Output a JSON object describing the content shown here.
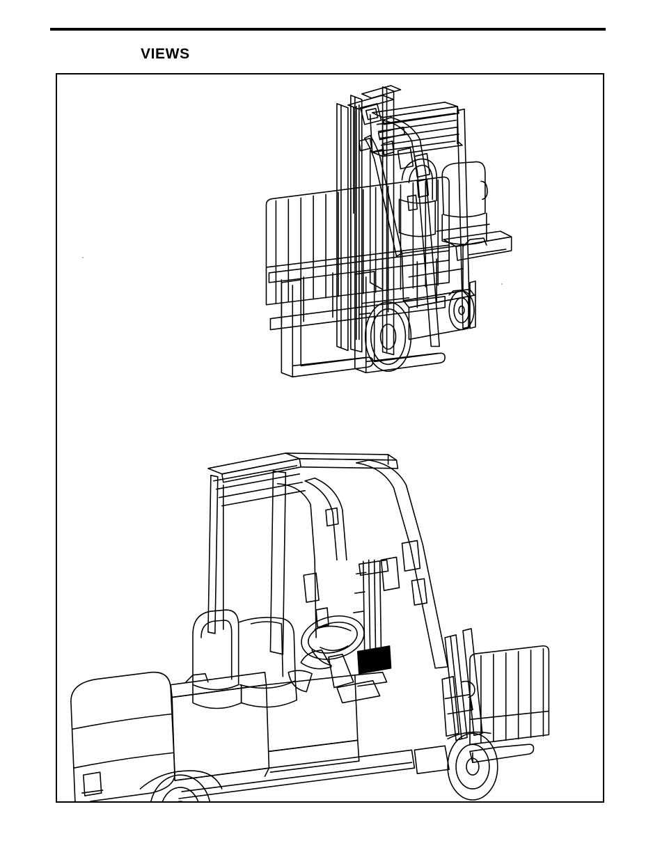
{
  "document": {
    "section_title": "VIEWS",
    "page_background": "#ffffff",
    "ink_color": "#000000"
  },
  "header": {
    "rule_present": true
  },
  "figure": {
    "caption": "",
    "border_color": "#000000",
    "illustrations": [
      {
        "id": "forklift-front-three-quarter",
        "name": "Forklift truck — front three-quarter view",
        "description": "Electric counterbalanced forklift shown from the front-left with mast raised, load backrest and two forks at floor level.",
        "components": [
          "mast",
          "lift-chains",
          "load-backrest",
          "forks",
          "carriage",
          "overhead-guard",
          "operator-seat",
          "steering-wheel",
          "tilt-cylinder",
          "drive-wheel",
          "rear-caster-wheel",
          "battery-compartment"
        ]
      },
      {
        "id": "forklift-rear-three-quarter",
        "name": "Forklift truck — rear three-quarter view",
        "description": "Same forklift shown from the rear-left with rounded counterweight, operator compartment, steering wheel and control levers visible; mast and forks at far right.",
        "components": [
          "counterweight",
          "overhead-guard",
          "operator-seat",
          "steering-wheel",
          "control-levers",
          "floor-plate",
          "drive-wheel",
          "rear-caster-wheel",
          "mast",
          "load-backrest",
          "forks"
        ]
      }
    ]
  }
}
